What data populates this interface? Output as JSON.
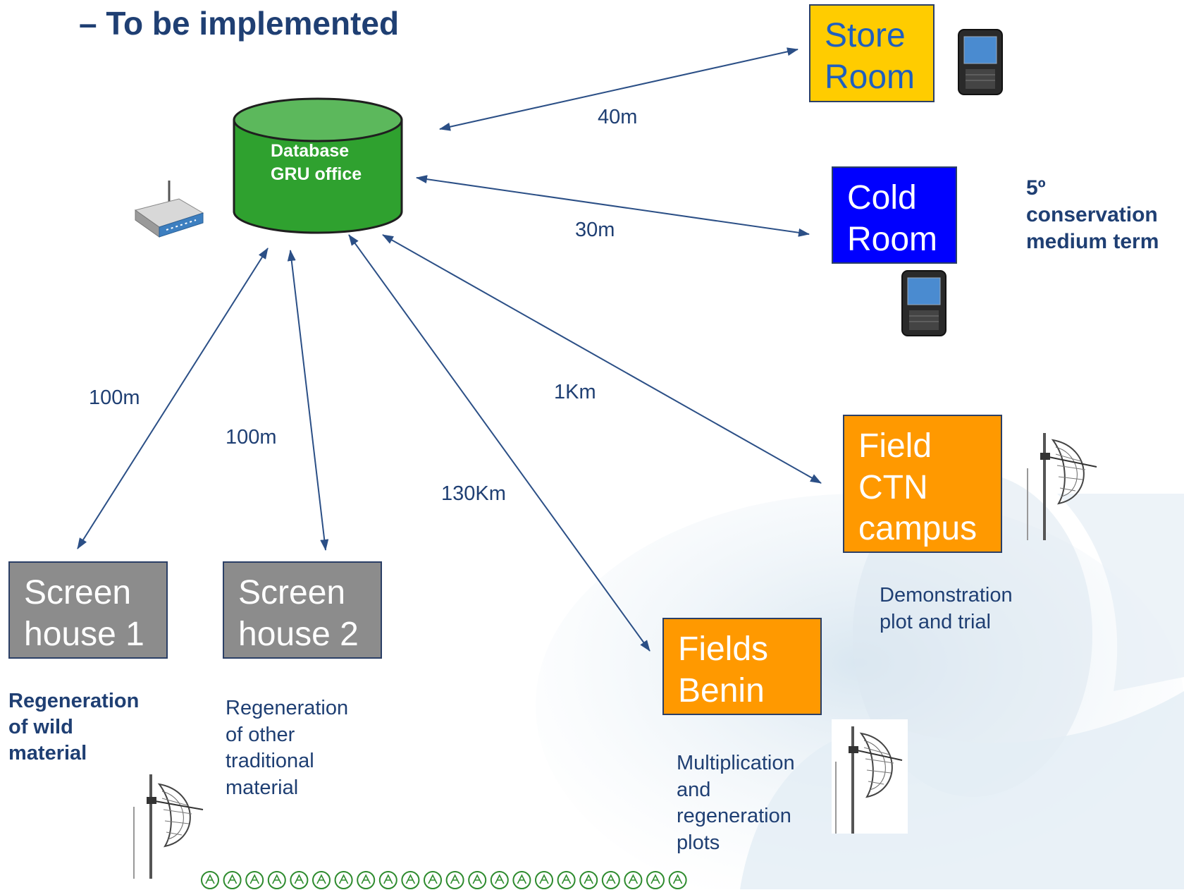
{
  "heading": "– To be implemented",
  "database": {
    "line1": "Database",
    "line2": "GRU office"
  },
  "boxes": {
    "store_room": {
      "lines": [
        "Store",
        "Room"
      ],
      "color": "#ffcc00",
      "text_color": "#1f5fbf"
    },
    "cold_room": {
      "lines": [
        "Cold",
        "Room"
      ],
      "color": "#0000ff",
      "text_color": "#ffffff"
    },
    "field_ctn": {
      "lines": [
        "Field",
        "CTN",
        "campus"
      ],
      "color": "#ff9900",
      "text_color": "#ffffff"
    },
    "fields_benin": {
      "lines": [
        "Fields",
        "Benin"
      ],
      "color": "#ff9900",
      "text_color": "#ffffff"
    },
    "screen_house_1": {
      "lines": [
        "Screen",
        "house 1"
      ],
      "color": "#8c8c8c",
      "text_color": "#ffffff"
    },
    "screen_house_2": {
      "lines": [
        "Screen",
        "house 2"
      ],
      "color": "#8c8c8c",
      "text_color": "#ffffff"
    }
  },
  "distances": {
    "store": "40m",
    "cold": "30m",
    "screen1": "100m",
    "screen2": "100m",
    "benin": "130Km",
    "field": "1Km"
  },
  "notes": {
    "cold_room": [
      "5º",
      "conservation",
      "medium term"
    ],
    "field_ctn": [
      "Demonstration",
      "plot and trial"
    ],
    "screen_house_1": [
      "Regeneration",
      "of wild",
      "material"
    ],
    "screen_house_2": [
      "Regeneration",
      "of other",
      "traditional",
      "material"
    ],
    "fields_benin": [
      "Multiplication",
      "and",
      "regeneration",
      "plots"
    ]
  },
  "icons": {
    "router": "wireless-router-icon",
    "handheld": "handheld-scanner-icon",
    "antenna": "grid-antenna-icon",
    "footer_logo": "institution-logo-icon"
  },
  "colors": {
    "arrow": "#2b4f86",
    "database": "#2fa12f",
    "text": "#1f3f73"
  }
}
